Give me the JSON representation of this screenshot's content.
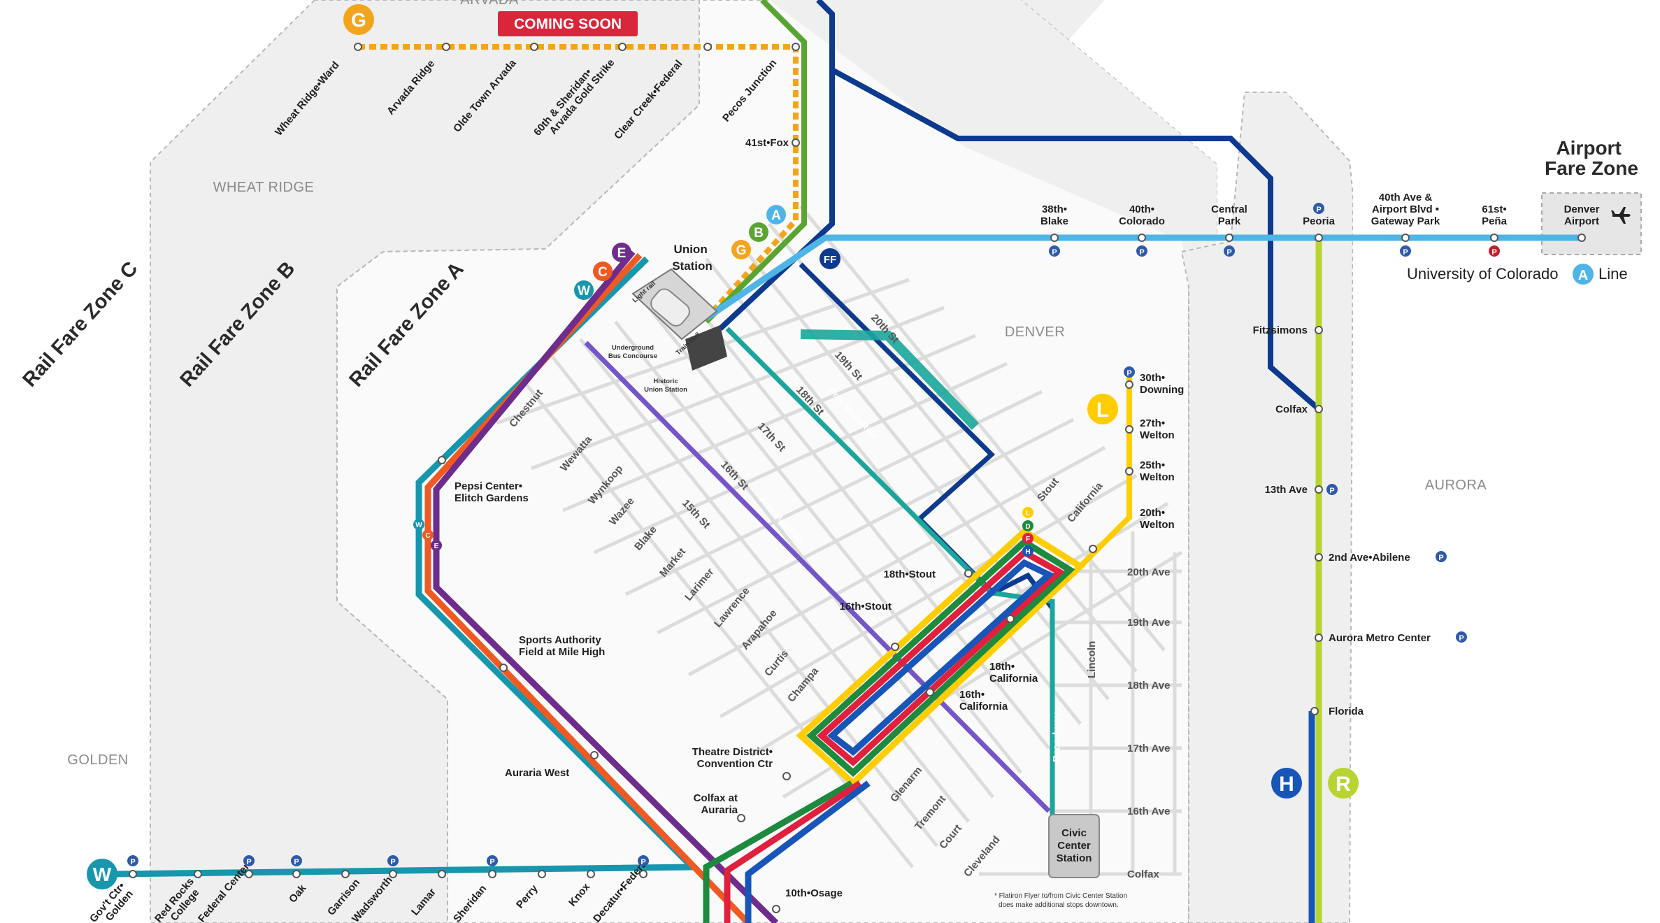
{
  "zones": {
    "c": "Rail Fare Zone C",
    "b": "Rail Fare Zone B",
    "a": "Rail Fare Zone A",
    "airport": [
      "Airport",
      "Fare Zone"
    ]
  },
  "areas": {
    "arvada": "ARVADA",
    "wheat_ridge": "WHEAT RIDGE",
    "golden": "GOLDEN",
    "denver": "DENVER",
    "aurora": "AURORA"
  },
  "banner": {
    "coming_soon": "COMING SOON"
  },
  "colors": {
    "g_line": "#f2a51c",
    "b_line": "#5aa532",
    "a_line": "#4fb5e6",
    "w_line": "#1796ad",
    "c_line": "#f05a22",
    "e_line": "#6e2c8c",
    "d_line": "#1e8a3e",
    "f_line": "#e0203d",
    "h_line": "#1756b8",
    "l_line": "#ffcd00",
    "r_line": "#b8d433",
    "flatiron": "#0d3a8f",
    "metroride": "#1aa69a",
    "mallride": "#7456c9",
    "zone_fill": "#efefef",
    "coming_soon_bg": "#d9263b"
  },
  "g_line": {
    "stations": [
      "Wheat Ridge•Ward",
      "Arvada Ridge",
      "Olde Town Arvada",
      "60th & Sheridan• Arvada Gold Strike",
      "Clear Creek•Federal",
      "Pecos Junction",
      "41st•Fox"
    ]
  },
  "union_station": {
    "title": [
      "Union",
      "Station"
    ],
    "light_rail": "Light rail",
    "train_hall": "Train Hall",
    "bus_concourse": [
      "Underground",
      "Bus Concourse"
    ],
    "historic": [
      "Historic",
      "Union Station"
    ]
  },
  "a_line": {
    "stations": [
      {
        "name": [
          "38th•",
          "Blake"
        ],
        "parking": "P"
      },
      {
        "name": [
          "40th•",
          "Colorado"
        ],
        "parking": "P"
      },
      {
        "name": [
          "Central",
          "Park"
        ],
        "parking": "P"
      },
      {
        "name": [
          "Peoria"
        ],
        "parking": "P"
      },
      {
        "name": [
          "40th Ave &",
          "Airport Blvd •",
          "Gateway Park"
        ],
        "parking": "P"
      },
      {
        "name": [
          "61st•",
          "Peña"
        ],
        "parking": "P"
      },
      {
        "name": [
          "Denver",
          "Airport"
        ],
        "parking": ""
      }
    ],
    "legend": "University of Colorado",
    "legend_suffix": "Line",
    "badge": "A"
  },
  "r_line": {
    "stations": [
      "Fitzsimons",
      "Colfax",
      "13th Ave",
      "2nd Ave•Abilene",
      "Aurora Metro Center",
      "Florida"
    ]
  },
  "badges": {
    "w": "W",
    "c": "C",
    "e": "E",
    "g": "G",
    "b": "B",
    "a": "A",
    "d": "D",
    "f": "F",
    "h": "H",
    "l": "L",
    "r": "R",
    "ff": "FF",
    "p": "P"
  },
  "l_line": {
    "stations": [
      "30th• Downing",
      "27th• Welton",
      "25th• Welton",
      "20th• Welton"
    ]
  },
  "downtown": {
    "stations": [
      "Pepsi Center• Elitch Gardens",
      "Sports Authority Field at Mile High",
      "Auraria West",
      "18th•Stout",
      "16th•Stout",
      "18th• California",
      "16th• California",
      "Theatre District• Convention Ctr",
      "Colfax at Auraria",
      "10th•Osage"
    ],
    "civic_center": [
      "Civic",
      "Center",
      "Station"
    ],
    "free_metroride": "Free MetroRide",
    "free_mallride": "Free MallRide",
    "flatiron_note": [
      "* Flatiron Flyer to/from Civic Center Station",
      "does make additional stops downtown."
    ]
  },
  "streets": {
    "diagonal": [
      "Chestnut",
      "Wewatta",
      "Wynkoop",
      "Wazee",
      "Blake",
      "Market",
      "Larimer",
      "Lawrence",
      "Arapahoe",
      "Curtis",
      "Champa",
      "Stout",
      "California",
      "Glenarm",
      "Tremont",
      "Court",
      "Cleveland"
    ],
    "numbered": [
      "20th St",
      "19th St",
      "18th St",
      "17th St",
      "16th St",
      "15th St"
    ],
    "avenues": [
      "20th Ave",
      "19th Ave",
      "18th Ave",
      "17th Ave",
      "16th Ave",
      "Colfax"
    ],
    "vertical": [
      "Broadway",
      "Lincoln"
    ]
  },
  "w_line": {
    "stations": [
      "Gov't Ctr• Golden",
      "Red Rocks College",
      "Federal Center",
      "Oak",
      "Garrison",
      "Wadsworth",
      "Lamar",
      "Sheridan",
      "Perry",
      "Knox",
      "Decatur•Federal"
    ]
  },
  "route_badges": {
    "h": "H",
    "r": "R"
  }
}
